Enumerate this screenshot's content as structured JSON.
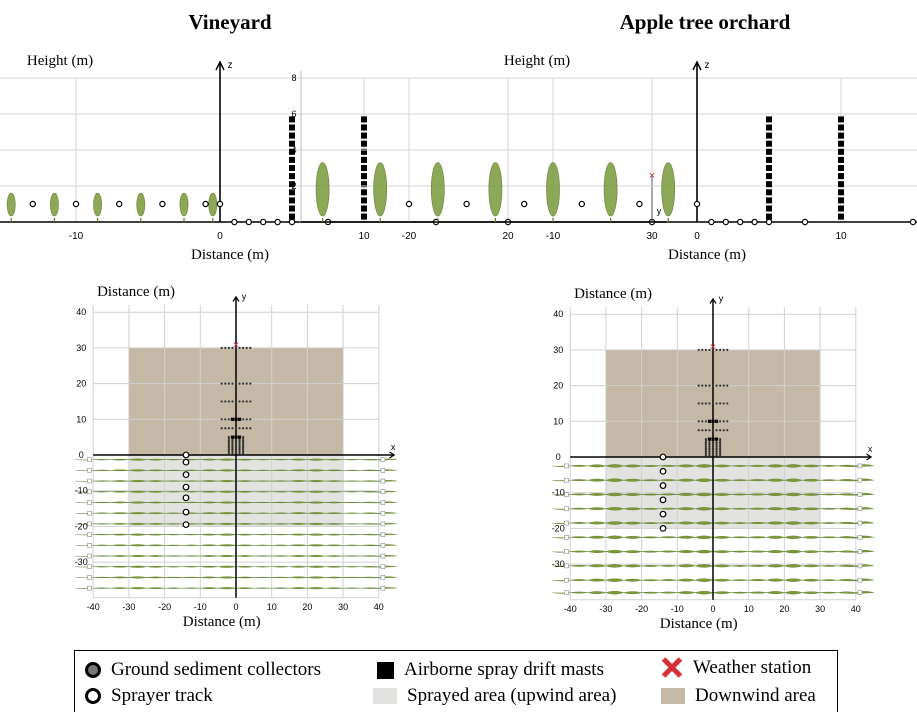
{
  "panels": {
    "left_title": "Vineyard",
    "right_title": "Apple tree orchard"
  },
  "side_view": {
    "y_axis_label": "Height (m)",
    "x_axis_label": "Distance (m)",
    "z_label": "z",
    "y_label": "y",
    "height_ticks": [
      "2",
      "4",
      "6",
      "8"
    ],
    "distance_ticks": [
      "-20",
      "-10",
      "0",
      "10",
      "20",
      "30"
    ]
  },
  "top_view": {
    "y_axis_label": "Distance (m)",
    "x_axis_label": "Distance (m)",
    "x_label": "x",
    "y_label": "y",
    "y_ticks": [
      "40",
      "30",
      "20",
      "10",
      "0",
      "-10",
      "-20",
      "-30"
    ],
    "x_ticks": [
      "-40",
      "-30",
      "-20",
      "-10",
      "0",
      "10",
      "20",
      "30",
      "40"
    ]
  },
  "legend": {
    "sediment": "Ground sediment collectors",
    "track": "Sprayer track",
    "mast": "Airborne spray drift masts",
    "sprayed": "Sprayed area (upwind area)",
    "weather": "Weather station",
    "downwind": "Downwind area"
  },
  "colors": {
    "downwind": "#c4b9a6",
    "sprayed": "#e2e2e0",
    "vine_green": "#7a9a3a",
    "weather_marker": "#d8303a"
  },
  "icons": {
    "weather": "red-cross-icon",
    "mast": "black-square-icon",
    "sediment": "grey-circle-icon",
    "track": "white-circle-icon"
  }
}
